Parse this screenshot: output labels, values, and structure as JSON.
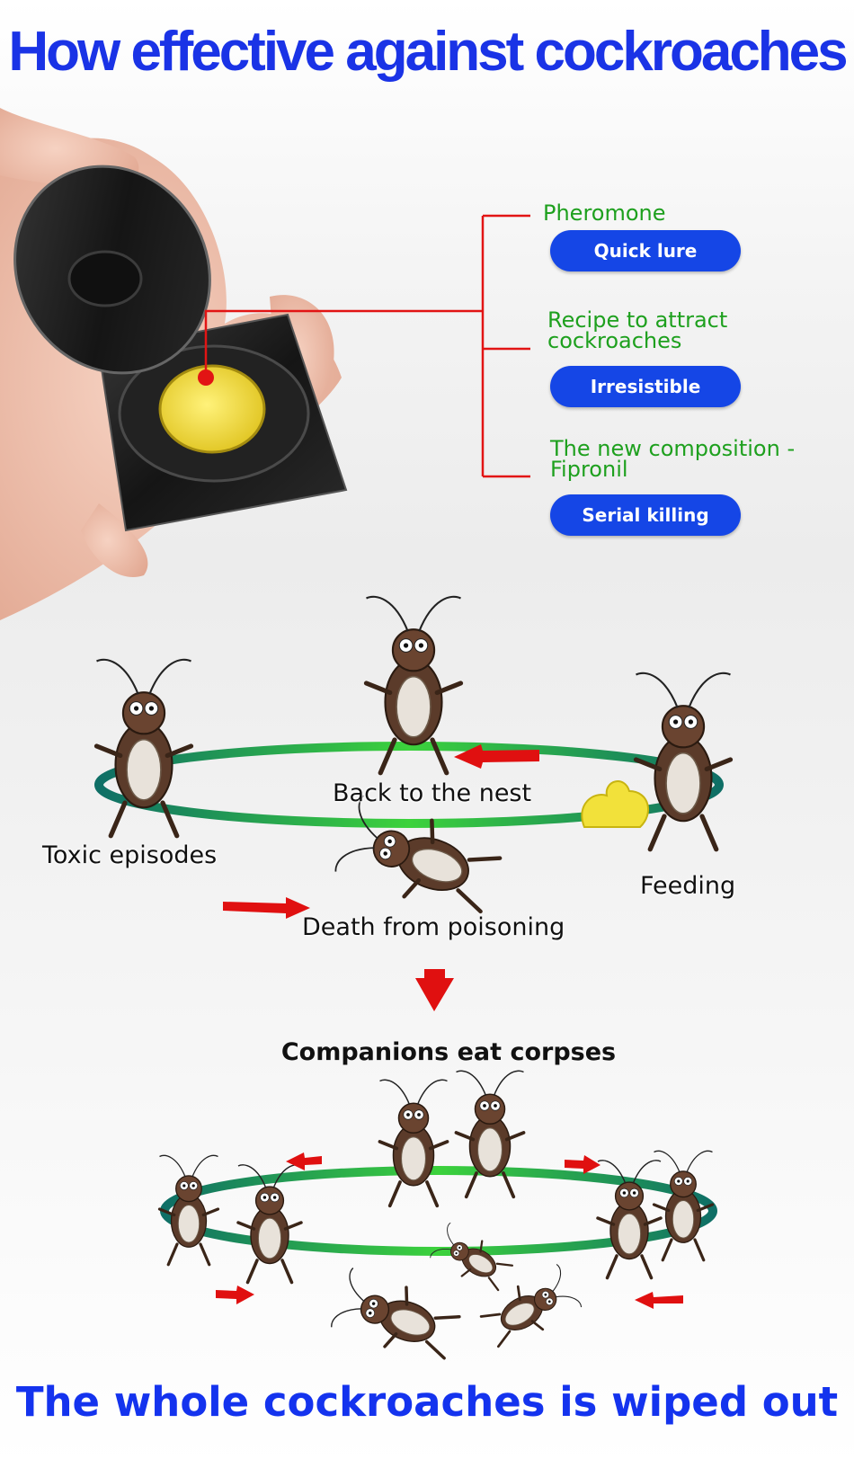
{
  "header": {
    "title": "How effective against cockroaches"
  },
  "features": [
    {
      "label": "Pheromone",
      "badge": "Quick lure"
    },
    {
      "label": "Recipe to attract\ncockroaches",
      "badge": "Irresistible"
    },
    {
      "label": "The new composition -\nFipronil",
      "badge": "Serial killing"
    }
  ],
  "cycle": {
    "back_to_nest": "Back to the nest",
    "toxic_episodes": "Toxic episodes",
    "feeding": "Feeding",
    "death": "Death from poisoning"
  },
  "secondary": {
    "title": "Companions eat corpses"
  },
  "footer": {
    "title": "The whole cockroaches is wiped out"
  },
  "colors": {
    "headline_blue": "#1a33e6",
    "pill_blue": "#1546e6",
    "label_green": "#1ea01e",
    "connector_red": "#e21414",
    "arrow_red": "#e01010",
    "ring_teal": "#1a8a82",
    "bait_yellow": "#f2e13a"
  },
  "icons": [
    "hand-with-bait-station",
    "cockroach-cartoon",
    "red-arrow",
    "green-teal-ring"
  ]
}
